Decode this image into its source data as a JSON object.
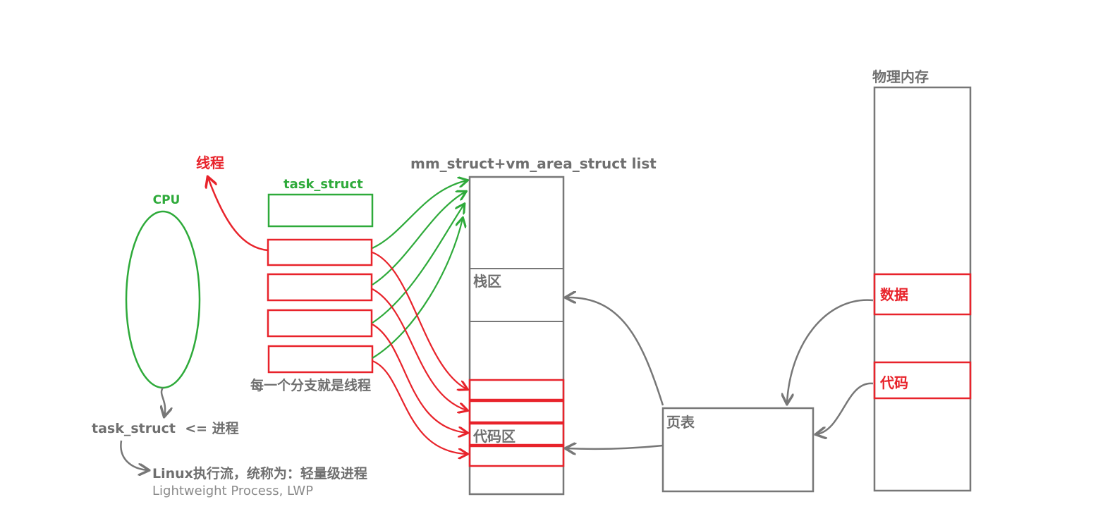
{
  "labels": {
    "cpu": "CPU",
    "thread": "线程",
    "task_struct_title": "task_struct",
    "mm_struct": "mm_struct+vm_area_struct list",
    "physical_memory": "物理内存",
    "stack_area": "栈区",
    "code_area": "代码区",
    "page_table": "页表",
    "data": "数据",
    "code": "代码",
    "each_branch": "每一个分支就是线程",
    "task_struct_process": "task_struct  <= 进程",
    "linux_flow": "Linux执行流，统称为：轻量级进程",
    "lwp": "Lightweight Process, LWP"
  },
  "colors": {
    "green": "#2eaa3a",
    "red": "#e8232b",
    "gray": "#777777",
    "text_gray": "#6f6f6f",
    "light_gray": "#8a8a8a"
  }
}
